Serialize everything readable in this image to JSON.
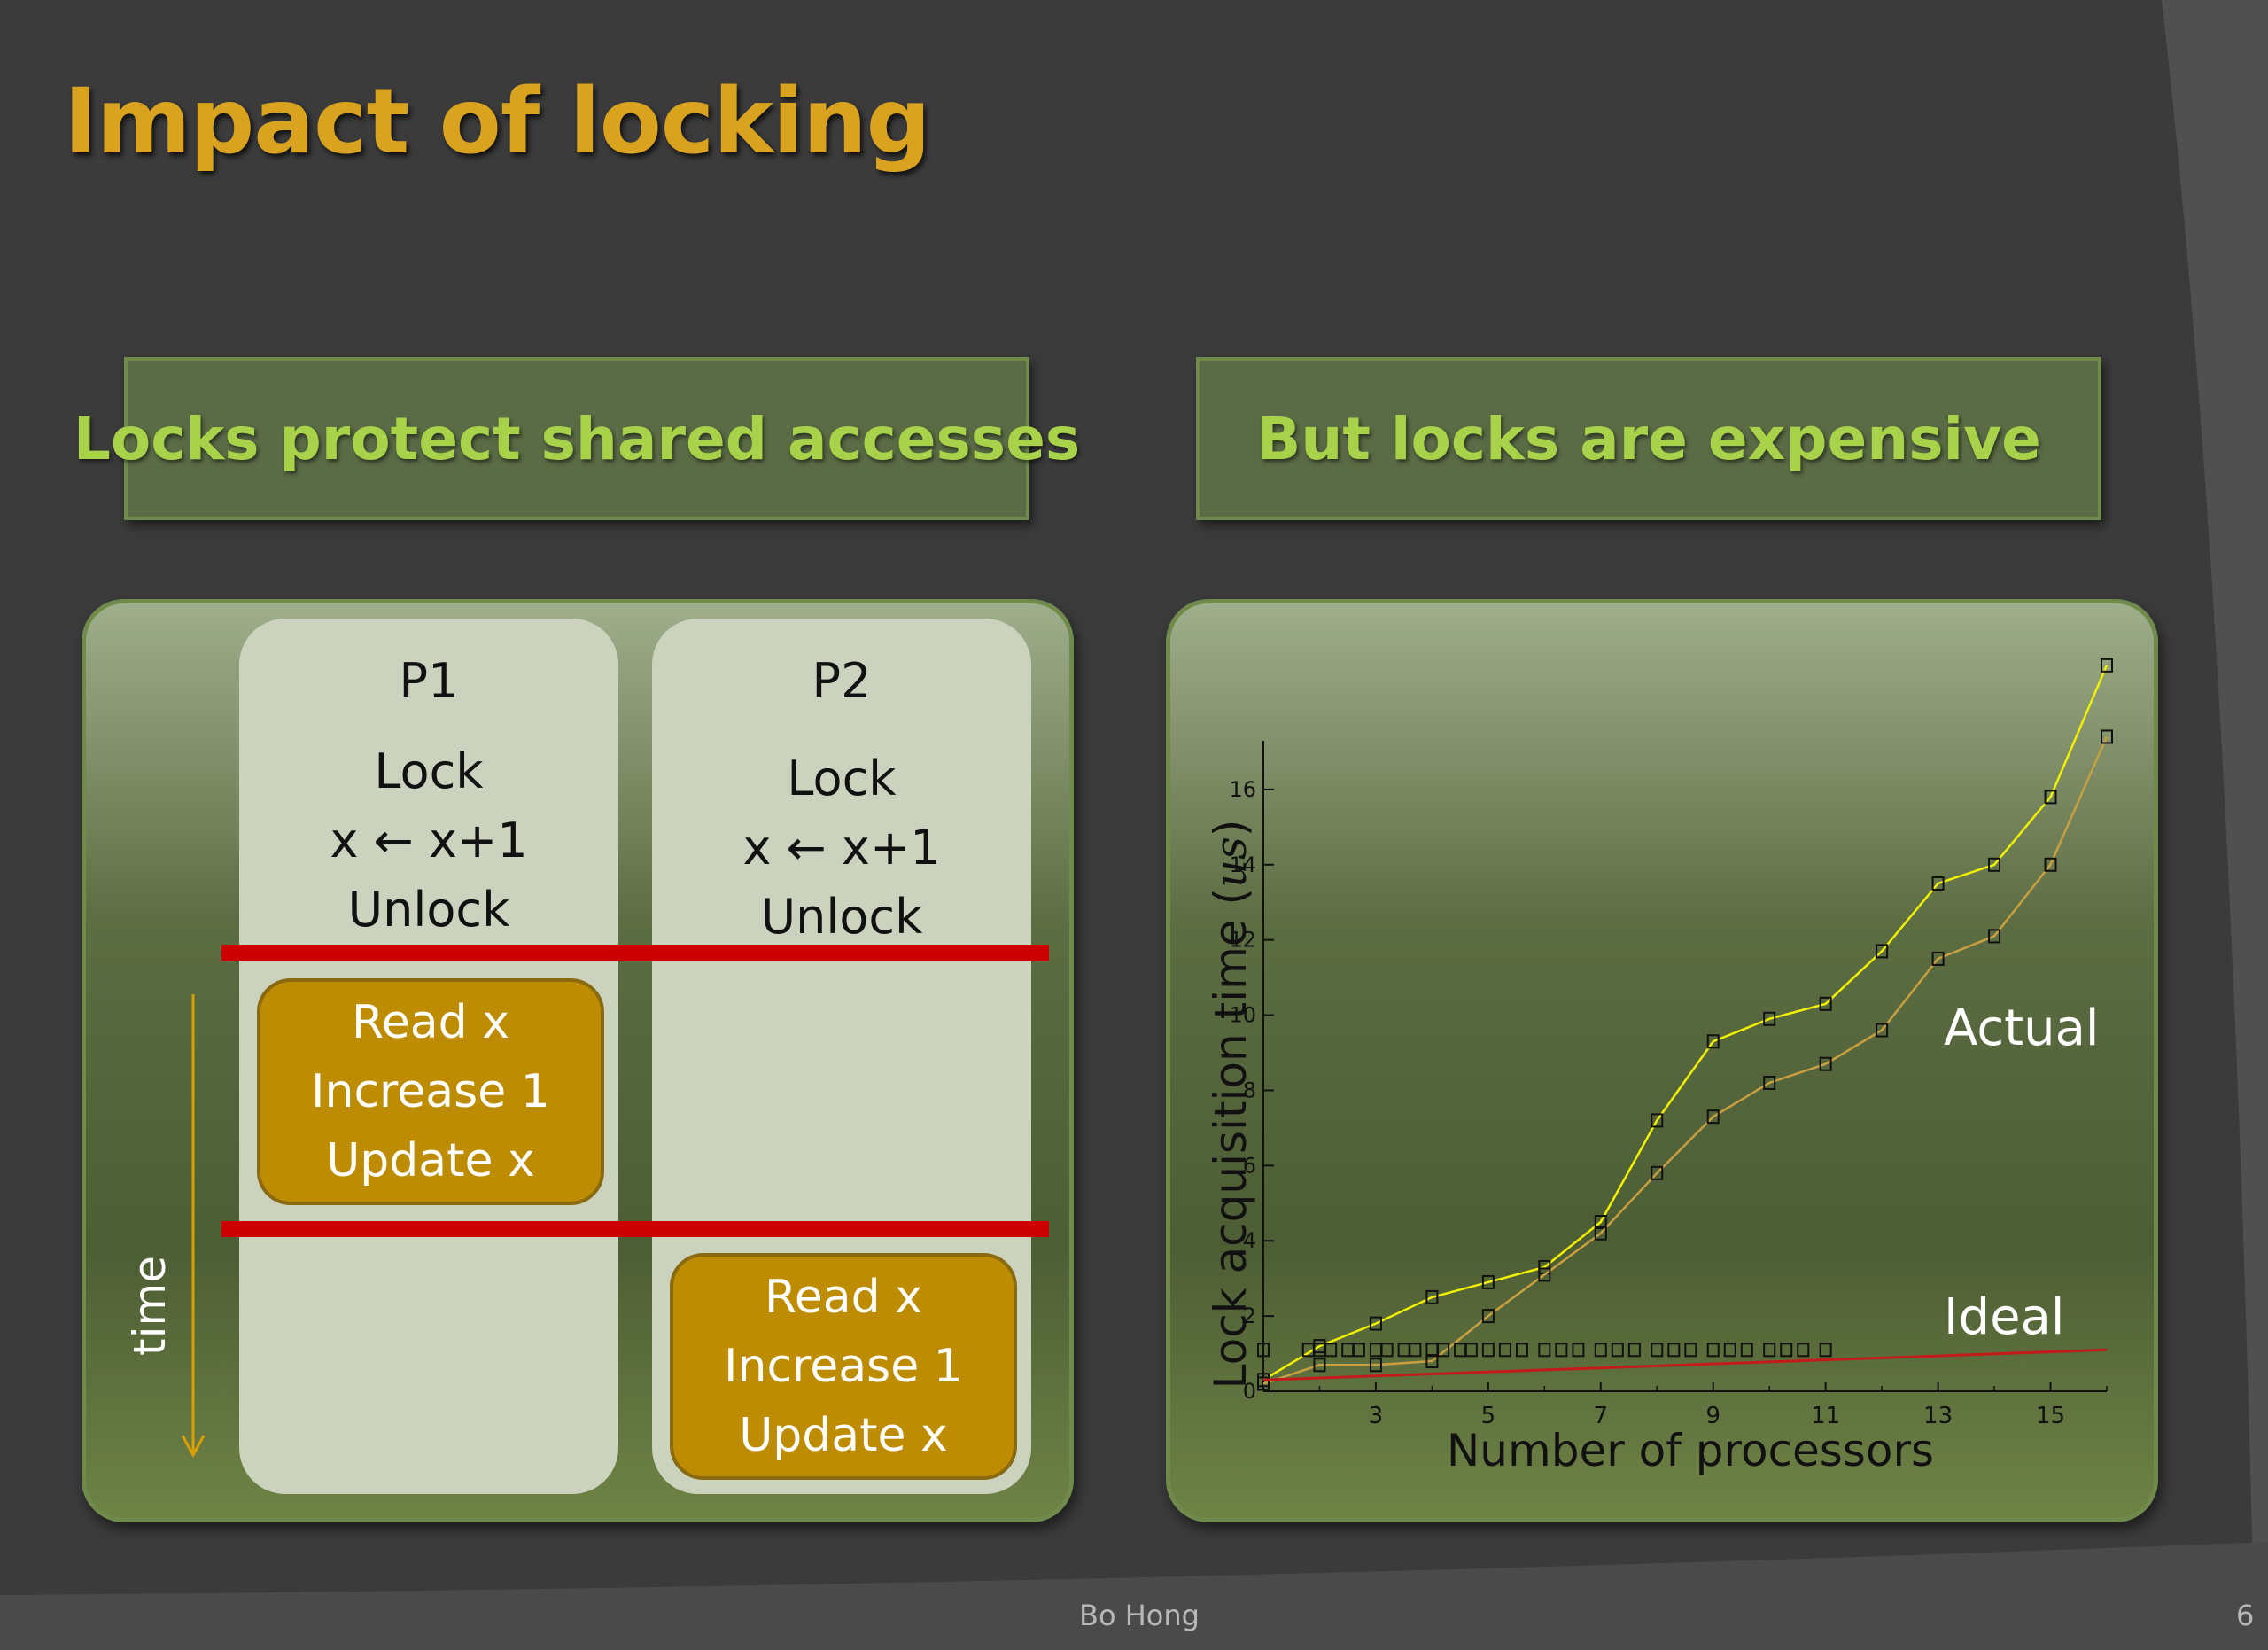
{
  "slide": {
    "title": "Impact of locking",
    "left_header": "Locks protect shared accesses",
    "right_header": "But locks are expensive",
    "footer_author": "Bo Hong",
    "slide_number": "6"
  },
  "diagram": {
    "p1": {
      "label": "P1",
      "lines": [
        "Lock",
        "x ← x+1",
        "Unlock"
      ]
    },
    "p2": {
      "label": "P2",
      "lines": [
        "Lock",
        "x ← x+1",
        "Unlock"
      ]
    },
    "critical_box": [
      "Read x",
      "Increase 1",
      "Update x"
    ],
    "time_label": "time"
  },
  "chart_data": {
    "type": "line",
    "xlabel": "Number of processors",
    "ylabel_main": "Lock acquisition time (",
    "ylabel_unit": "us",
    "ylabel_close": ")",
    "xlim": [
      1,
      16
    ],
    "ylim": [
      0,
      18
    ],
    "xticks": [
      3,
      5,
      7,
      9,
      11,
      13,
      15
    ],
    "yticks": [
      0,
      2,
      4,
      6,
      8,
      10,
      12,
      14,
      16
    ],
    "series": [
      {
        "name": "Actual",
        "color": "#f2f200",
        "x": [
          1,
          2,
          3,
          4,
          5,
          6,
          7,
          8,
          9,
          10,
          11,
          12,
          13,
          14,
          15,
          16
        ],
        "y": [
          0.3,
          1.2,
          1.8,
          2.5,
          2.9,
          3.3,
          4.5,
          7.2,
          9.3,
          9.9,
          10.3,
          11.7,
          13.5,
          14.0,
          15.8,
          19.3
        ]
      },
      {
        "name": "",
        "color": "#c8a040",
        "x": [
          1,
          2,
          3,
          4,
          5,
          6,
          7,
          8,
          9,
          10,
          11,
          12,
          13,
          14,
          15,
          16
        ],
        "y": [
          0.2,
          0.7,
          0.7,
          0.8,
          2.0,
          3.1,
          4.2,
          5.8,
          7.3,
          8.2,
          8.7,
          9.6,
          11.5,
          12.1,
          14.0,
          17.4
        ]
      },
      {
        "name": "Ideal",
        "color": "#c41a1a",
        "x": [
          1,
          16
        ],
        "y": [
          0.3,
          1.1
        ]
      }
    ],
    "ideal_markers_x": [
      1,
      1.8,
      2.0,
      2.2,
      2.5,
      2.7,
      3.0,
      3.2,
      3.5,
      3.7,
      4.0,
      4.2,
      4.5,
      4.7,
      5.0,
      5.3,
      5.6,
      6.0,
      6.3,
      6.6,
      7.0,
      7.3,
      7.6,
      8.0,
      8.3,
      8.6,
      9.0,
      9.3,
      9.6,
      10.0,
      10.3,
      10.6,
      11.0
    ],
    "ideal_markers_y": 1.1
  }
}
